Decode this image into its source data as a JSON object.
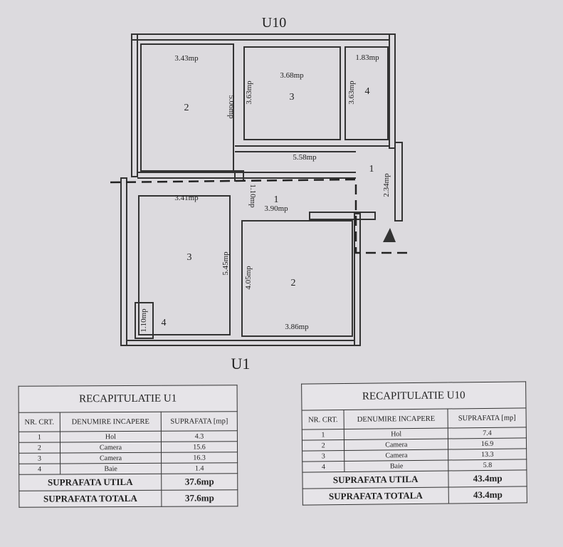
{
  "plan": {
    "top_label": "U10",
    "bottom_label": "U1",
    "dimensions": [
      "3.43mp",
      "3.68mp",
      "1.83mp",
      "5.06mp",
      "3.63mp",
      "3.63mp",
      "5.58mp",
      "2.34mp",
      "3.41mp",
      "1.10mp",
      "3.90mp",
      "5.45mp",
      "4.05mp",
      "3.86mp",
      "1.10mp"
    ],
    "room_numbers": [
      "2",
      "3",
      "4",
      "1",
      "1",
      "3",
      "2",
      "4"
    ]
  },
  "tables": [
    {
      "title": "RECAPITULATIE U1",
      "headers": [
        "NR. CRT.",
        "DENUMIRE INCAPERE",
        "SUPRAFATA [mp]"
      ],
      "rows": [
        [
          "1",
          "Hol",
          "4.3"
        ],
        [
          "2",
          "Camera",
          "15.6"
        ],
        [
          "3",
          "Camera",
          "16.3"
        ],
        [
          "4",
          "Baie",
          "1.4"
        ]
      ],
      "util_label": "SUPRAFATA UTILA",
      "util": "37.6mp",
      "total_label": "SUPRAFATA TOTALA",
      "total": "37.6mp"
    },
    {
      "title": "RECAPITULATIE U10",
      "headers": [
        "NR. CRT.",
        "DENUMIRE INCAPERE",
        "SUPRAFATA [mp]"
      ],
      "rows": [
        [
          "1",
          "Hol",
          "7.4"
        ],
        [
          "2",
          "Camera",
          "16.9"
        ],
        [
          "3",
          "Camera",
          "13.3"
        ],
        [
          "4",
          "Baie",
          "5.8"
        ]
      ],
      "util_label": "SUPRAFATA UTILA",
      "util": "43.4mp",
      "total_label": "SUPRAFATA TOTALA",
      "total": "43.4mp"
    }
  ]
}
